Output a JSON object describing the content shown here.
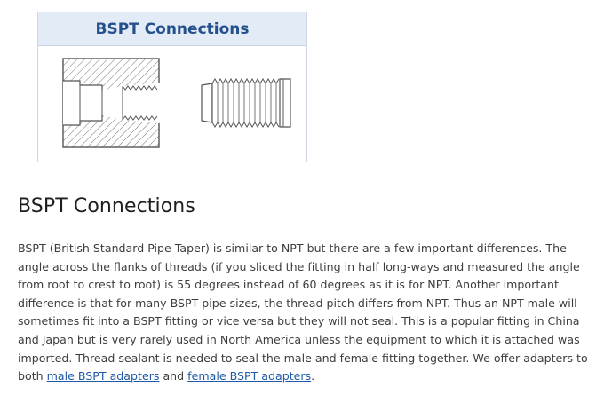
{
  "figure": {
    "banner_title": "BSPT Connections"
  },
  "section": {
    "heading": "BSPT Connections",
    "paragraph_text": "BSPT (British Standard Pipe Taper) is similar to NPT but there are a few important differences. The angle across the flanks of threads (if you sliced the fitting in half long-ways and measured the angle from root to crest to root) is 55 degrees instead of 60 degrees as it is for NPT. Another important difference is that for many BSPT pipe sizes, the thread pitch differs from NPT. Thus an NPT male will sometimes fit into a BSPT fitting or vice versa but they will not seal. This is a popular fitting in China and Japan but is very rarely used in North America unless the equipment to which it is attached was imported. Thread sealant is needed to seal the male and female fitting together. We offer adapters to both",
    "link_male": "male BSPT adapters",
    "connector_and": "and",
    "link_female": "female BSPT adapters",
    "period": "."
  },
  "colors": {
    "banner_bg": "#e3ebf6",
    "banner_text": "#24508c",
    "link": "#1f5aa6",
    "drawing_stroke": "#555555"
  }
}
